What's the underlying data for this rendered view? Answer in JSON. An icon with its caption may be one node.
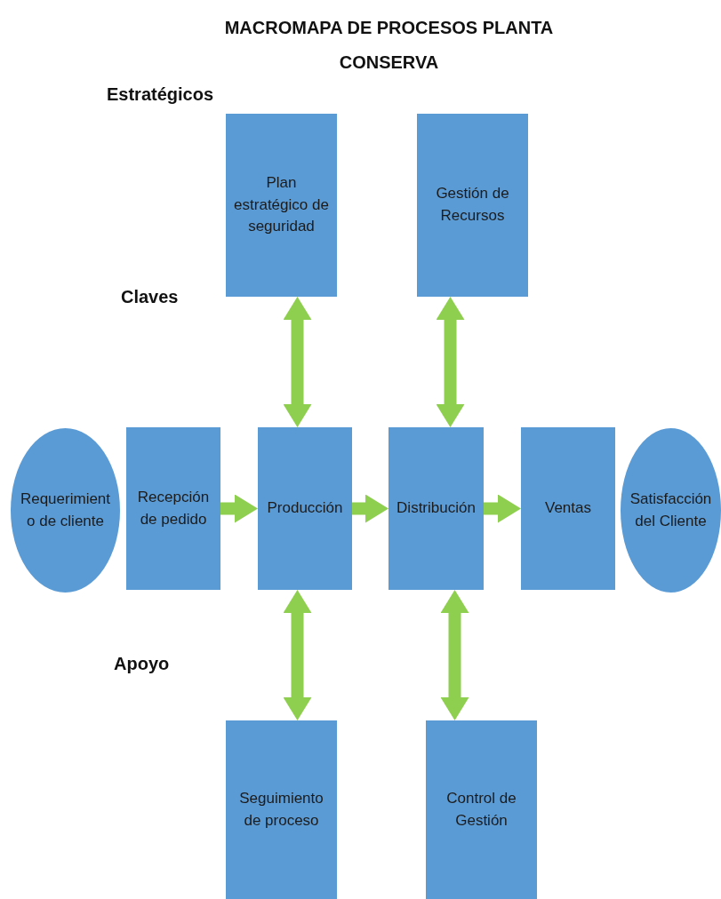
{
  "diagram": {
    "title": "MACROMAPA DE PROCESOS PLANTA CONSERVA",
    "nodes": [
      {
        "text": [
          "Plan estratégico de seguridad"
        ]
      },
      {
        "text": [
          "Gestión de Recursos"
        ]
      },
      {
        "text": [
          "Requerimiento de cliente"
        ]
      },
      {
        "text": [
          "Recepción de pedido"
        ]
      },
      {
        "text": [
          "Producción"
        ]
      },
      {
        "text": [
          "Distribución"
        ]
      },
      {
        "text": [
          "Ventas"
        ]
      },
      {
        "text": [
          "Satisfacción del Cliente"
        ]
      },
      {
        "text": [
          "Seguimiento de proceso"
        ]
      },
      {
        "text": [
          "Control de Gestión"
        ]
      }
    ],
    "edges": [
      {
        "from": 0,
        "to": 4,
        "arrow": "both"
      },
      {
        "from": 1,
        "to": 5,
        "arrow": "both"
      },
      {
        "from": 3,
        "to": 4,
        "arrow": "to"
      },
      {
        "from": 4,
        "to": 5,
        "arrow": "to"
      },
      {
        "from": 5,
        "to": 6,
        "arrow": "to"
      },
      {
        "from": 4,
        "to": 8,
        "arrow": "both"
      },
      {
        "from": 5,
        "to": 9,
        "arrow": "both"
      }
    ],
    "labels": [
      "Estratégicos",
      "Claves",
      "Apoyo"
    ]
  }
}
